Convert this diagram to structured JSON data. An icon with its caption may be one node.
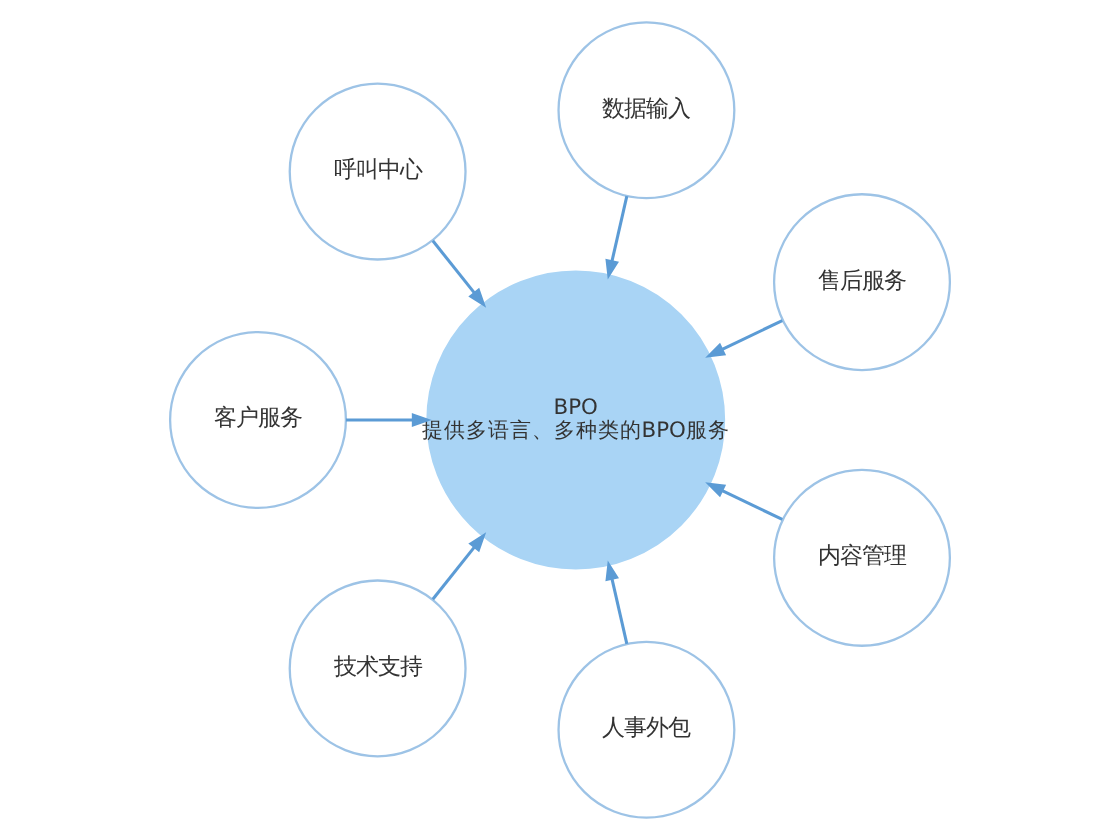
{
  "diagram": {
    "nodes": [
      {
        "text": [
          "BPO",
          "提供多语言、多种类的BPO服务"
        ]
      },
      {
        "text": [
          "售后服务"
        ]
      },
      {
        "text": [
          "数据输入"
        ]
      },
      {
        "text": [
          "呼叫中心"
        ]
      },
      {
        "text": [
          "客户服务"
        ]
      },
      {
        "text": [
          "技术支持"
        ]
      },
      {
        "text": [
          "人事外包"
        ]
      },
      {
        "text": [
          "内容管理"
        ]
      }
    ],
    "edges": [
      {
        "from": 1,
        "to": 0,
        "arrow": "to"
      },
      {
        "from": 2,
        "to": 0,
        "arrow": "to"
      },
      {
        "from": 3,
        "to": 0,
        "arrow": "to"
      },
      {
        "from": 4,
        "to": 0,
        "arrow": "to"
      },
      {
        "from": 5,
        "to": 0,
        "arrow": "to"
      },
      {
        "from": 6,
        "to": 0,
        "arrow": "to"
      },
      {
        "from": 7,
        "to": 0,
        "arrow": "to"
      }
    ]
  }
}
